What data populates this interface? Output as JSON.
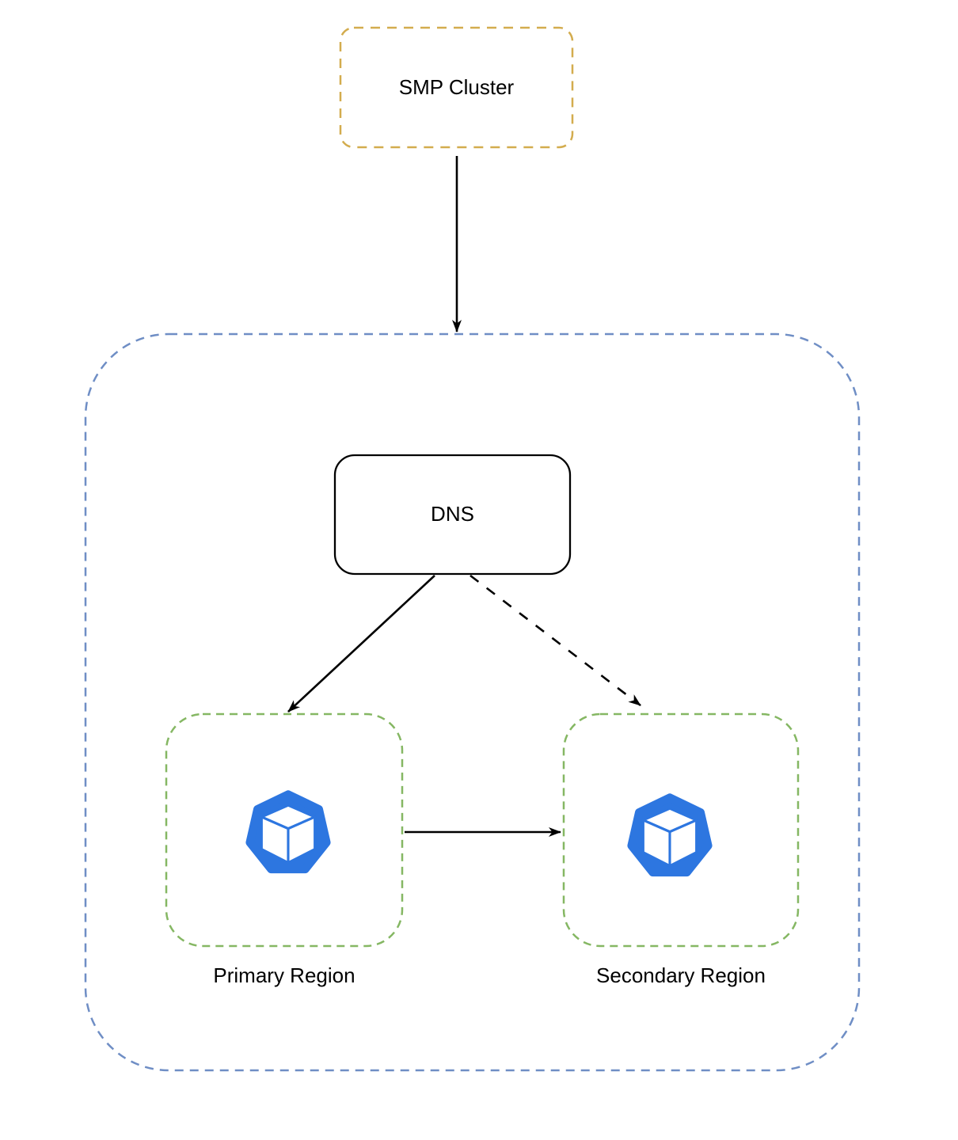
{
  "diagram": {
    "nodes": {
      "smp_cluster": {
        "label": "SMP Cluster"
      },
      "dns": {
        "label": "DNS"
      },
      "primary_region": {
        "label": "Primary Region"
      },
      "secondary_region": {
        "label": "Secondary Region"
      }
    },
    "icons": {
      "primary_region": "blue-heptagon-cube-icon",
      "secondary_region": "blue-heptagon-cube-icon"
    },
    "edges": [
      {
        "from": "smp_cluster",
        "to": "outer_container",
        "style": "solid"
      },
      {
        "from": "dns",
        "to": "primary_region",
        "style": "solid"
      },
      {
        "from": "dns",
        "to": "secondary_region",
        "style": "dashed"
      },
      {
        "from": "primary_region",
        "to": "secondary_region",
        "style": "solid"
      }
    ],
    "colors": {
      "smp_cluster_border": "#D3AC4E",
      "outer_container_border": "#6F8EC5",
      "region_border": "#85B763",
      "dns_border": "#000000",
      "icon_blue": "#2D76E0",
      "arrow": "#000000",
      "background": "#FFFFFF",
      "text": "#000000"
    }
  }
}
